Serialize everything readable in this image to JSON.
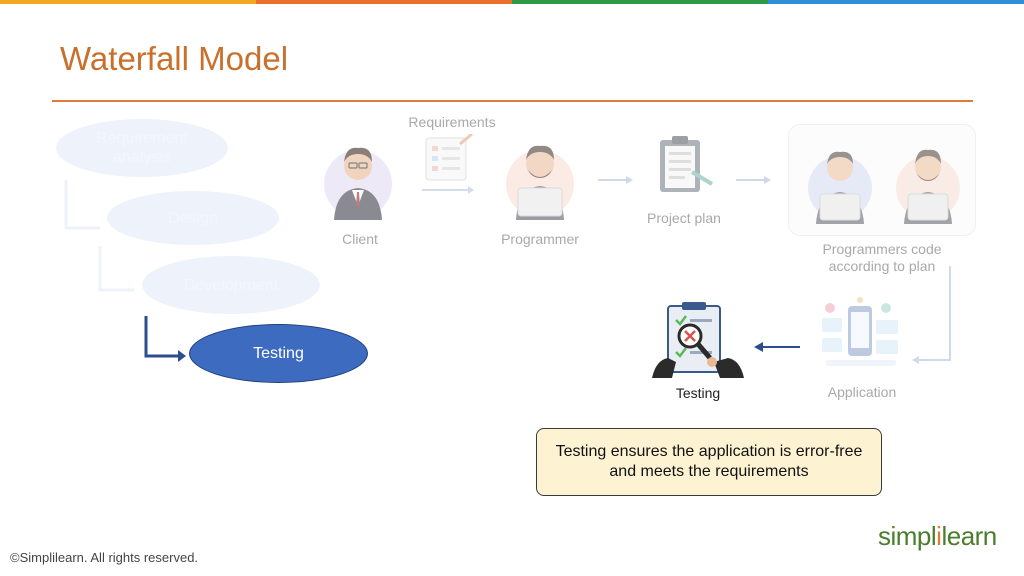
{
  "slide": {
    "title": "Waterfall Model",
    "footer": "©Simplilearn. All rights reserved.",
    "logo": {
      "part1": "simpl",
      "part2": "i",
      "part3": "learn"
    }
  },
  "phases": [
    {
      "label": "Requirement analysis",
      "state": "faded"
    },
    {
      "label": "Design",
      "state": "faded"
    },
    {
      "label": "Development",
      "state": "faded"
    },
    {
      "label": "Testing",
      "state": "active"
    }
  ],
  "flow": {
    "requirements": "Requirements",
    "client": "Client",
    "programmer": "Programmer",
    "project_plan": "Project plan",
    "programmers_code": "Programmers code according to plan",
    "application": "Application",
    "testing": "Testing"
  },
  "callout": "Testing ensures the application is error-free and meets the requirements",
  "colors": {
    "title": "#c8702c",
    "accent_line": "#e07b3a",
    "active_phase": "#3c6bbf",
    "callout_bg": "#fdf3d3",
    "topbar": [
      "#f5a623",
      "#e8702a",
      "#2e9a46",
      "#2f8fd8"
    ]
  },
  "icons": [
    "client-person-icon",
    "requirements-document-icon",
    "programmer-laptop-icon",
    "clipboard-plan-icon",
    "programmers-team-icon",
    "application-screens-icon",
    "testing-magnifier-icon",
    "flow-arrow-icon"
  ]
}
